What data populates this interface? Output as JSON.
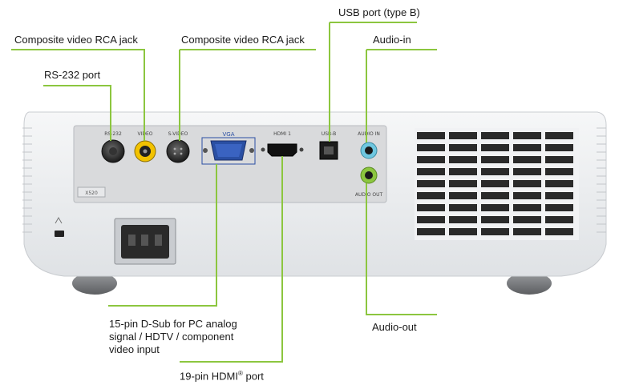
{
  "callouts": {
    "rs232": "RS-232 port",
    "composite1": "Composite video RCA jack",
    "composite2": "Composite video RCA jack",
    "usb": "USB port (type B)",
    "audio_in": "Audio-in",
    "dsub_line1": "15-pin D-Sub for PC analog",
    "dsub_line2": "signal / HDTV / component",
    "dsub_line3": "video input",
    "hdmi_pre": "19-pin HDMI",
    "hdmi_sup": "®",
    "hdmi_post": " port",
    "audio_out": "Audio-out"
  },
  "panel_labels": {
    "rs232": "RS-232",
    "video": "VIDEO",
    "svideo": "S-VIDEO",
    "vga": "VGA",
    "hdmi": "HDMI 1",
    "usb": "USB-B",
    "audio_in": "AUDIO IN",
    "audio_out": "AUDIO OUT",
    "model": "X520"
  },
  "colors": {
    "leader_line": "#8cc63f",
    "panel": "#d9dadc",
    "body": "#eef0f2",
    "vga_accent": "#2a4fa3",
    "rca_yellow": "#f2c200",
    "audio_in_ring": "#6fc7e0",
    "audio_out_ring": "#8cc63f"
  },
  "icons": {
    "lock": "kensington-lock-icon",
    "power": "power-socket-icon"
  }
}
